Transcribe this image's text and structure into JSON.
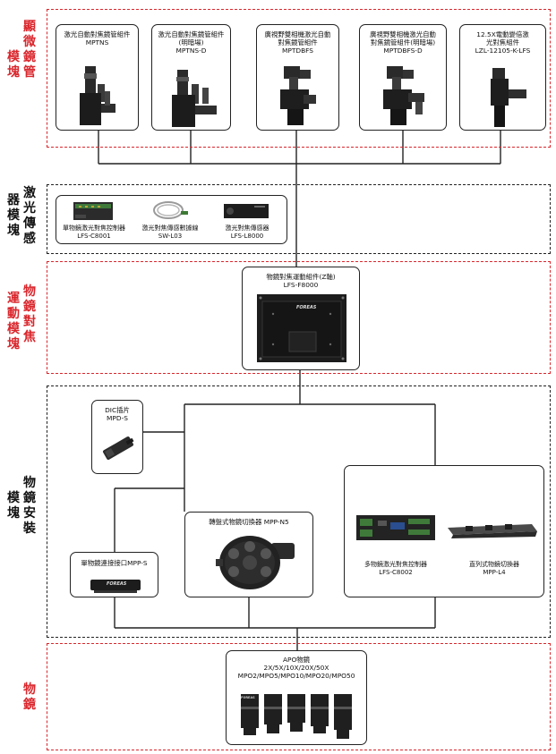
{
  "groups": {
    "microscope": [
      "顯",
      "微",
      "鏡",
      "管",
      "模",
      "塊"
    ],
    "laser": [
      "激",
      "光",
      "傳",
      "感",
      "器",
      "模",
      "塊"
    ],
    "focus": [
      "物",
      "鏡",
      "對",
      "焦",
      "運",
      "動",
      "模",
      "塊"
    ],
    "install": [
      "物",
      "鏡",
      "安",
      "裝",
      "模",
      "塊"
    ],
    "objective": [
      "物",
      "鏡"
    ]
  },
  "tubes": [
    {
      "name": "激光自動對焦鏡管組件",
      "code": "MPTNS"
    },
    {
      "name": "激光自動對焦鏡管組件",
      "note": "(明暗場)",
      "code": "MPTNS-D"
    },
    {
      "name1": "廣視野雙相機激光自動",
      "name2": "對焦鏡管組件",
      "code": "MPTDBFS"
    },
    {
      "name1": "廣視野雙相機激光自動",
      "name2": "對焦鏡管組件(明暗場)",
      "code": "MPTDBFS-D"
    },
    {
      "name1": "12.5X電動變倍激",
      "name2": "光對焦組件",
      "code": "LZL-12105-K-LFS"
    }
  ],
  "sensors": [
    {
      "name": "單物鏡激光對焦控制器",
      "code": "LFS-C8001"
    },
    {
      "name": "激光對焦傳感數據線",
      "code": "SW-L03"
    },
    {
      "name": "激光對焦傳感器",
      "code": "LFS-L8000"
    }
  ],
  "focus_module": {
    "name": "物鏡對焦運動組件(Z軸)",
    "code": "LFS-F8000",
    "logo": "FOREAS"
  },
  "install": {
    "dic": {
      "name": "DIC插片",
      "code": "MPD-S"
    },
    "turret": {
      "name": "轉盤式物鏡切換器 MPP-N5"
    },
    "single": {
      "name": "單物鏡連接接口MPP-S",
      "logo": "FOREAS"
    },
    "multi_ctrl": {
      "name": "多物鏡激光對焦控制器",
      "code": "LFS-C8002"
    },
    "linear": {
      "name": "直列式物鏡切換器",
      "code": "MPP-L4"
    }
  },
  "objectives": {
    "title": "APO物鏡",
    "mags": "2X/5X/10X/20X/50X",
    "models": "MPO2/MPO5/MPO10/MPO20/MPO50",
    "logo": "FOREAS"
  },
  "colors": {
    "accent_red": "#d9262c",
    "line": "#222222"
  }
}
